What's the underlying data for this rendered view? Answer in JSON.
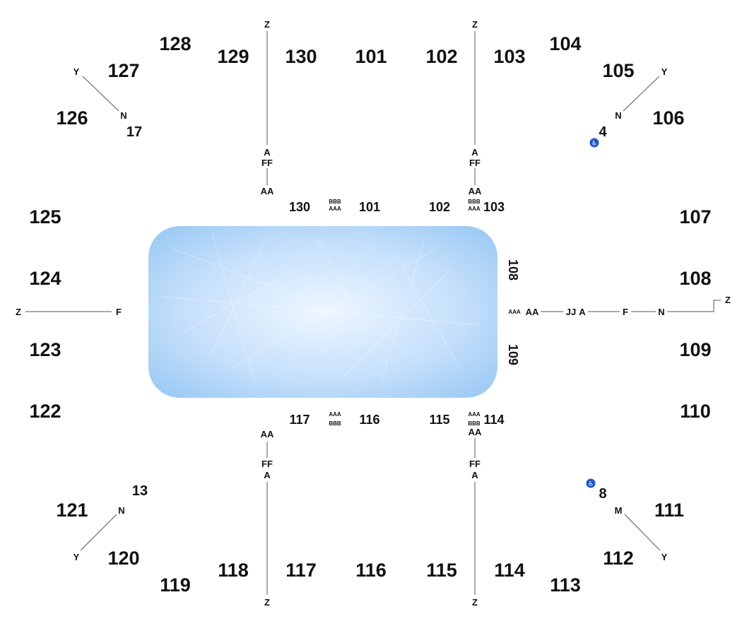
{
  "colors": {
    "ice_light": "#eef6ff",
    "ice_mid": "#c6e0fb",
    "ice_edge": "#9ecbf4",
    "accessible_blue": "#1f57c9"
  },
  "outer_sections": [
    "128",
    "129",
    "130",
    "101",
    "102",
    "103",
    "104",
    "127",
    "105",
    "126",
    "106",
    "125",
    "107",
    "124",
    "108",
    "123",
    "109",
    "122",
    "110",
    "121",
    "111",
    "120",
    "112",
    "119",
    "118",
    "117",
    "116",
    "115",
    "114",
    "113"
  ],
  "inner_sections": [
    "130",
    "101",
    "102",
    "103",
    "108",
    "109",
    "117",
    "116",
    "115",
    "114"
  ],
  "gates": [
    "17",
    "4",
    "13",
    "8"
  ],
  "rows": [
    "Z",
    "A",
    "FF",
    "AA",
    "Z",
    "A",
    "FF",
    "AA",
    "Y",
    "N",
    "Y",
    "N",
    "Z",
    "F",
    "AA",
    "JJ",
    "A",
    "F",
    "N",
    "Z",
    "AA",
    "FF",
    "A",
    "Z",
    "AA",
    "FF",
    "A",
    "Z",
    "Y",
    "N",
    "M",
    "Y"
  ],
  "tiny_rows": [
    "BBB",
    "AAA",
    "BBB",
    "AAA",
    "AAA",
    "AAA",
    "BBB",
    "AAA",
    "BBB"
  ],
  "icons": {
    "accessible": "wheelchair-icon"
  }
}
